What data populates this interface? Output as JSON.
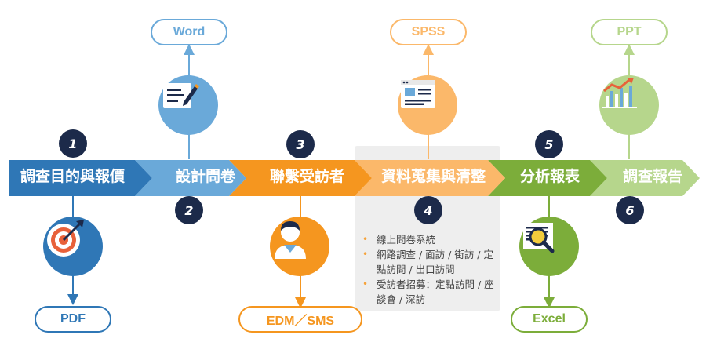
{
  "steps": [
    {
      "number": "1",
      "label": "調查目的與報價",
      "tool": "PDF",
      "icon": "target-icon",
      "color": "#2f77b6"
    },
    {
      "number": "2",
      "label": "設計問卷",
      "tool": "Word",
      "icon": "notepad-pencil-icon",
      "color": "#6aa9d9"
    },
    {
      "number": "3",
      "label": "聯繫受訪者",
      "tool": "EDM／SMS",
      "icon": "person-icon",
      "color": "#f5961f"
    },
    {
      "number": "4",
      "label": "資料蒐集與清整",
      "tool": "SPSS",
      "icon": "browser-window-icon",
      "color": "#fbb86a"
    },
    {
      "number": "5",
      "label": "分析報表",
      "tool": "Excel",
      "icon": "document-magnifier-icon",
      "color": "#7cad3a"
    },
    {
      "number": "6",
      "label": "調查報告",
      "tool": "PPT",
      "icon": "bar-chart-trend-icon",
      "color": "#b6d68c"
    }
  ],
  "notes": [
    "線上問卷系統",
    "網路調查 / 面訪 / 街訪 / 定點訪問 / 出口訪問",
    "受訪者招募：定點訪問 / 座談會 / 深訪"
  ]
}
